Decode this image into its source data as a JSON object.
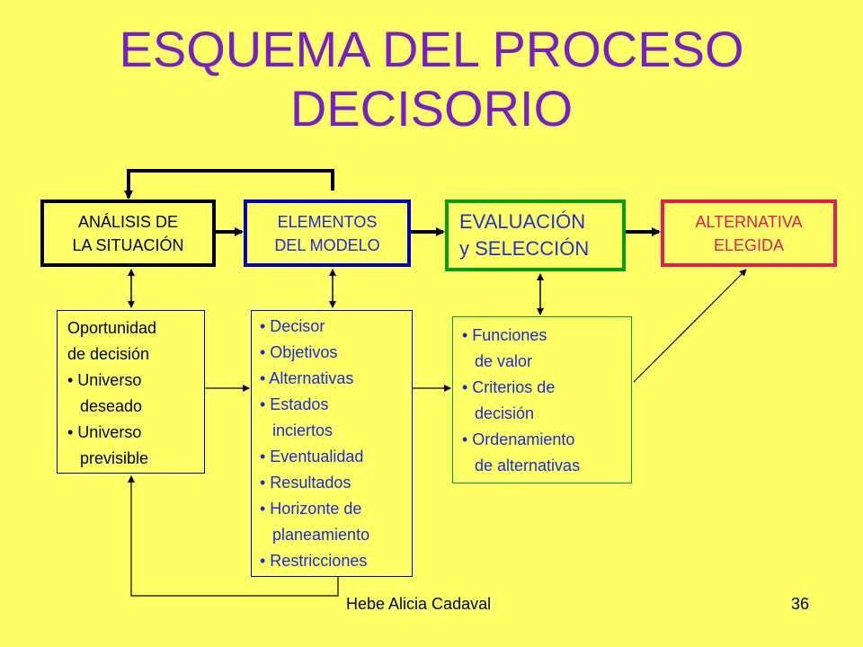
{
  "title": {
    "line1": "ESQUEMA DEL PROCESO",
    "line2": "DECISORIO"
  },
  "boxes": {
    "analisis": [
      "ANÁLISIS DE",
      "LA SITUACIÓN"
    ],
    "elementos": [
      "ELEMENTOS",
      "DEL MODELO"
    ],
    "evaluacion": [
      "EVALUACIÓN",
      "y SELECCIÓN"
    ],
    "alternativa": [
      "ALTERNATIVA",
      "ELEGIDA"
    ]
  },
  "panels": {
    "oportunidad": [
      "Oportunidad",
      "de decisión",
      "• Universo",
      "deseado",
      "• Universo",
      "previsible"
    ],
    "elementos": [
      "• Decisor",
      "• Objetivos",
      "• Alternativas",
      "• Estados",
      "inciertos",
      "• Eventualidad",
      "• Resultados",
      "• Horizonte de",
      "planeamiento",
      "• Restricciones"
    ],
    "funciones": [
      "• Funciones",
      "de valor",
      "• Criterios de",
      "decisión",
      "• Ordenamiento",
      "de alternativas"
    ]
  },
  "footer": {
    "author": "Hebe Alicia Cadaval",
    "page": "36"
  },
  "colors": {
    "background": "#FFFF66",
    "title": "#7A1FC2",
    "box_analisis": "#000000",
    "box_elementos": "#0000CC",
    "box_evaluacion": "#00A000",
    "box_alternativa": "#E8185A"
  }
}
